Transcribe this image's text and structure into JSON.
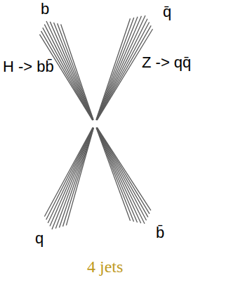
{
  "diagram": {
    "caption": "4 jets",
    "labels": [
      "b",
      "q̄",
      "H -> bb̄",
      "Z -> qq̄",
      "q",
      "b̄"
    ]
  }
}
